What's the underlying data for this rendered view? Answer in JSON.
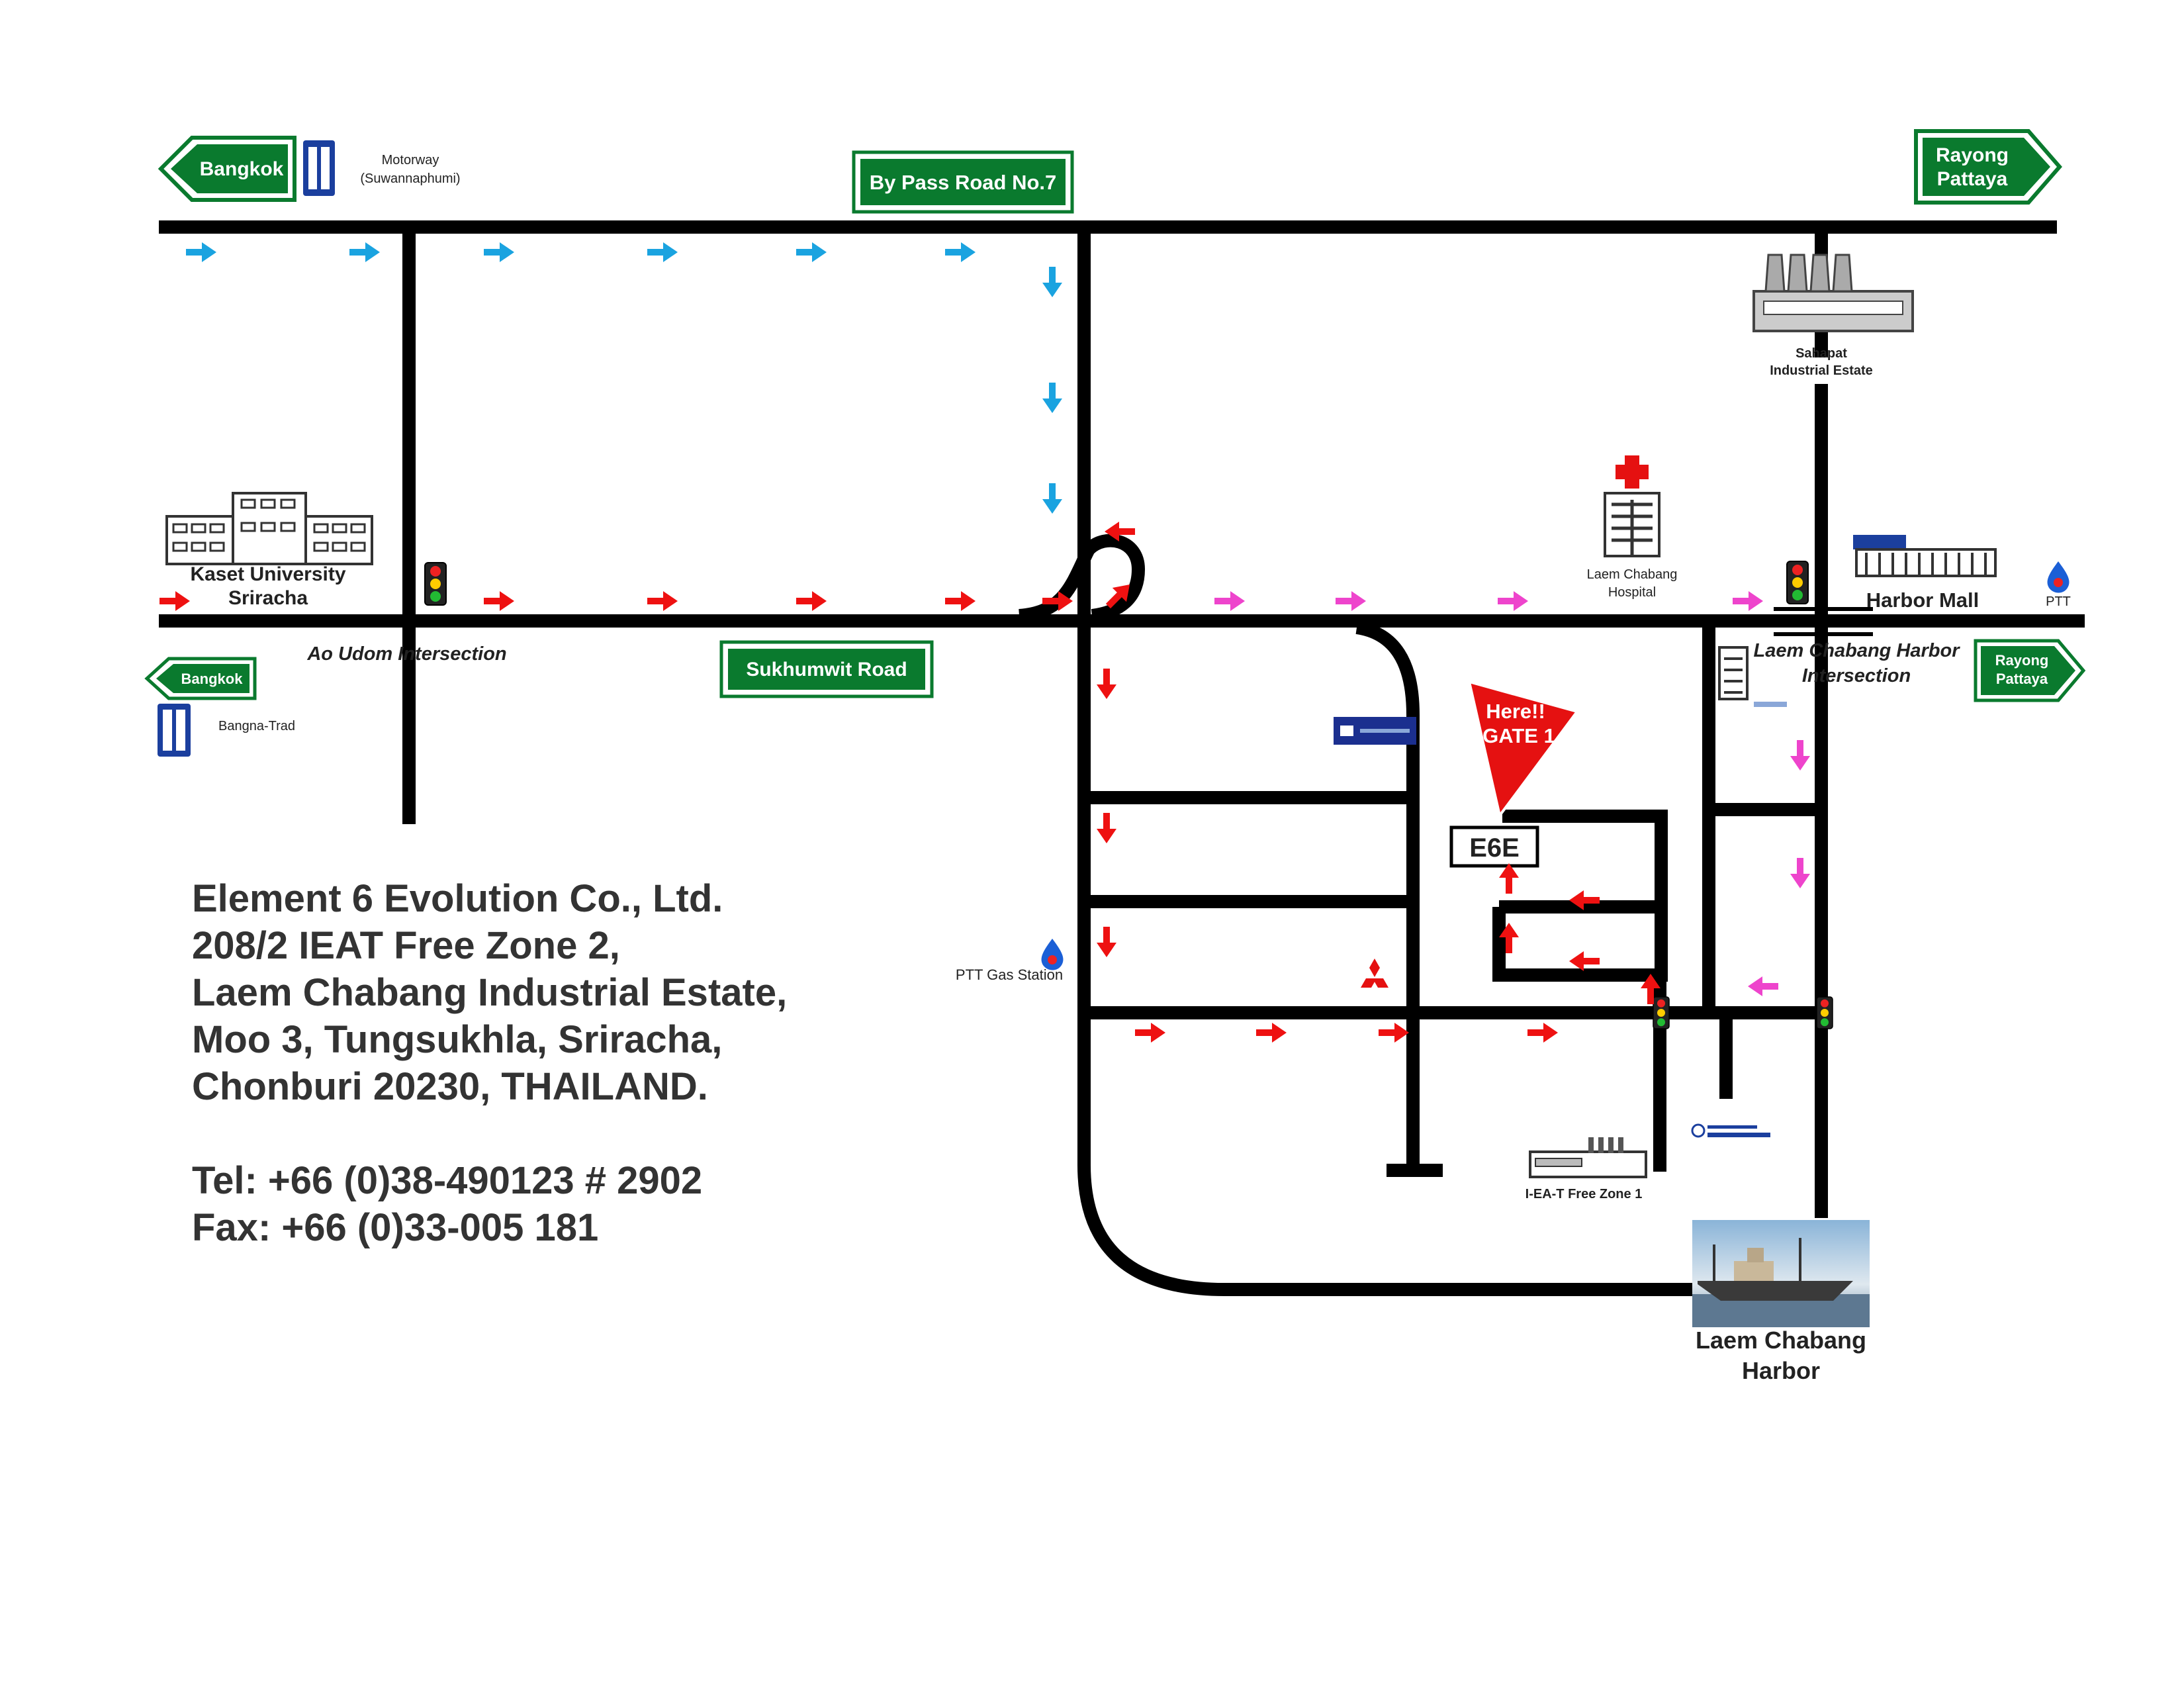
{
  "colors": {
    "road": "#000000",
    "sign_green": "#0a7a2e",
    "arrow_red": "#ee1111",
    "arrow_blue": "#1aa3e0",
    "arrow_pink": "#ee44cc",
    "motorway_blue": "#1b3f9e"
  },
  "signs": {
    "bangkok_top": "Bangkok",
    "motorway_label": "Motorway",
    "motorway_sub": "(Suwannaphumi)",
    "bypass": "By Pass Road No.7",
    "rayong_top_1": "Rayong",
    "rayong_top_2": "Pattaya",
    "bangkok_left": "Bangkok",
    "bangna": "Bangna-Trad",
    "sukhumvit": "Sukhumwit Road",
    "rayong_right_1": "Rayong",
    "rayong_right_2": "Pattaya"
  },
  "places": {
    "kaset_1": "Kaset University",
    "kaset_2": "Sriracha",
    "ao_udom": "Ao Udom Intersection",
    "sahapat_1": "Sahapat",
    "sahapat_2": "Industrial Estate",
    "hospital_1": "Laem Chabang",
    "hospital_2": "Hospital",
    "harbor_mall": "Harbor Mall",
    "ptt": "PTT",
    "lcb_intersection_1": "Laem Chabang Harbor",
    "lcb_intersection_2": "Intersection",
    "ptt_gas": "PTT Gas Station",
    "ieat": "I-EA-T Free Zone 1",
    "harbor_1": "Laem Chabang",
    "harbor_2": "Harbor"
  },
  "marker": {
    "here": "Here!!",
    "gate": "GATE 1",
    "code": "E6E"
  },
  "address": {
    "lines": [
      "Element 6 Evolution Co., Ltd.",
      "208/2 IEAT Free Zone 2,",
      "Laem Chabang Industrial Estate,",
      "Moo 3, Tungsukhla, Sriracha,",
      "Chonburi 20230, THAILAND."
    ],
    "tel": "Tel: +66 (0)38-490123 # 2902",
    "fax": "Fax: +66 (0)33-005 181"
  },
  "icons": {
    "traffic_light": "traffic-light-icon",
    "hospital": "hospital-icon",
    "ptt": "ptt-drop-icon",
    "factory": "factory-icon",
    "ship": "ship-photo",
    "motorway": "motorway-icon"
  }
}
